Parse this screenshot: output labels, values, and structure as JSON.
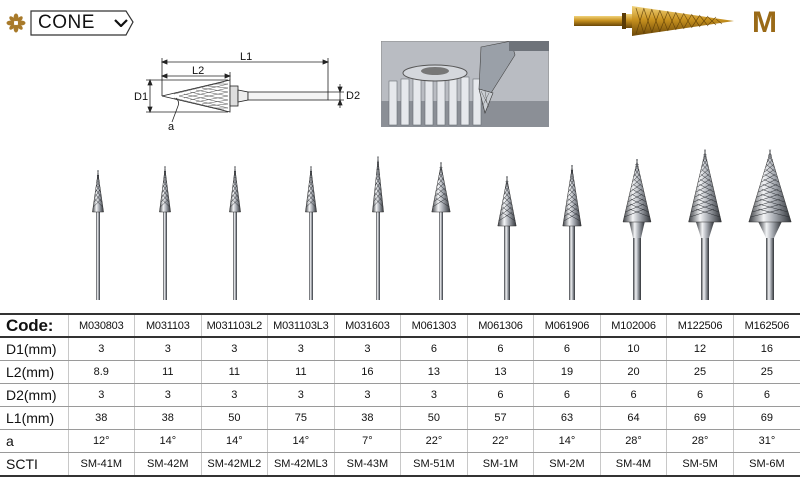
{
  "header": {
    "title": "CONE",
    "series_letter": "M",
    "icons": {
      "flower": "flower-icon",
      "chevron": "chevron-down-icon"
    },
    "accent_color": "#9a6a17"
  },
  "drawing": {
    "labels": {
      "L1": "L1",
      "L2": "L2",
      "D1": "D1",
      "D2": "D2",
      "a": "a"
    }
  },
  "table": {
    "code_label": "Code:",
    "codes": [
      "M030803",
      "M031103",
      "M031103L2",
      "M031103L3",
      "M031603",
      "M061303",
      "M061306",
      "M061906",
      "M102006",
      "M122506",
      "M162506"
    ],
    "rows": [
      {
        "label": "D1(mm)",
        "values": [
          "3",
          "3",
          "3",
          "3",
          "3",
          "6",
          "6",
          "6",
          "10",
          "12",
          "16"
        ]
      },
      {
        "label": "L2(mm)",
        "values": [
          "8.9",
          "11",
          "11",
          "11",
          "16",
          "13",
          "13",
          "19",
          "20",
          "25",
          "25"
        ]
      },
      {
        "label": "D2(mm)",
        "values": [
          "3",
          "3",
          "3",
          "3",
          "3",
          "3",
          "6",
          "6",
          "6",
          "6",
          "6"
        ]
      },
      {
        "label": "L1(mm)",
        "values": [
          "38",
          "38",
          "50",
          "75",
          "38",
          "50",
          "57",
          "63",
          "64",
          "69",
          "69"
        ]
      },
      {
        "label": "a",
        "values": [
          "12°",
          "14°",
          "14°",
          "14°",
          "7°",
          "22°",
          "22°",
          "14°",
          "28°",
          "28°",
          "31°"
        ]
      },
      {
        "label": "SCTI",
        "values": [
          "SM-41M",
          "SM-42M",
          "SM-42ML2",
          "SM-42ML3",
          "SM-43M",
          "SM-51M",
          "SM-1M",
          "SM-2M",
          "SM-4M",
          "SM-5M",
          "SM-6M"
        ]
      }
    ]
  }
}
